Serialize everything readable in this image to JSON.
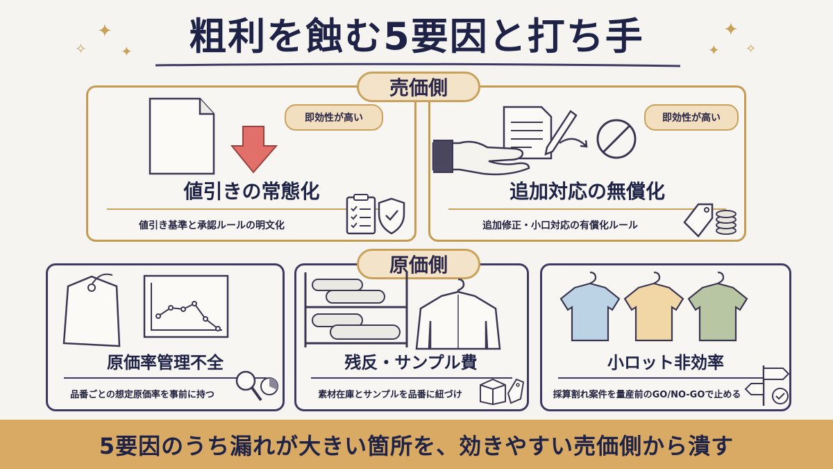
{
  "title": "粗利を蝕む5要因と打ち手",
  "sections": {
    "sell": {
      "label": "売価側",
      "cards": [
        {
          "badge": "即効性が高い",
          "title": "値引きの常態化",
          "subtitle": "値引き基準と承認ルールの明文化"
        },
        {
          "badge": "即効性が高い",
          "title": "追加対応の無償化",
          "subtitle": "追加修正・小口対応の有償化ルール"
        }
      ]
    },
    "cost": {
      "label": "原価側",
      "cards": [
        {
          "title": "原価率管理不全",
          "subtitle": "品番ごとの想定原価率を事前に持つ"
        },
        {
          "title": "残反・サンプル費",
          "subtitle": "素材在庫とサンプルを品番に紐づけ"
        },
        {
          "title": "小ロット非効率",
          "subtitle": "採算割れ案件を量産前のGO/NO-GOで止める"
        }
      ]
    }
  },
  "footer": "5要因のうち漏れが大きい箇所を、効きやすい売価側から潰す",
  "colors": {
    "gold": "#c9a15a",
    "navy": "#3d3862",
    "footer_bg": "#d9aa63",
    "text": "#1e2247"
  }
}
